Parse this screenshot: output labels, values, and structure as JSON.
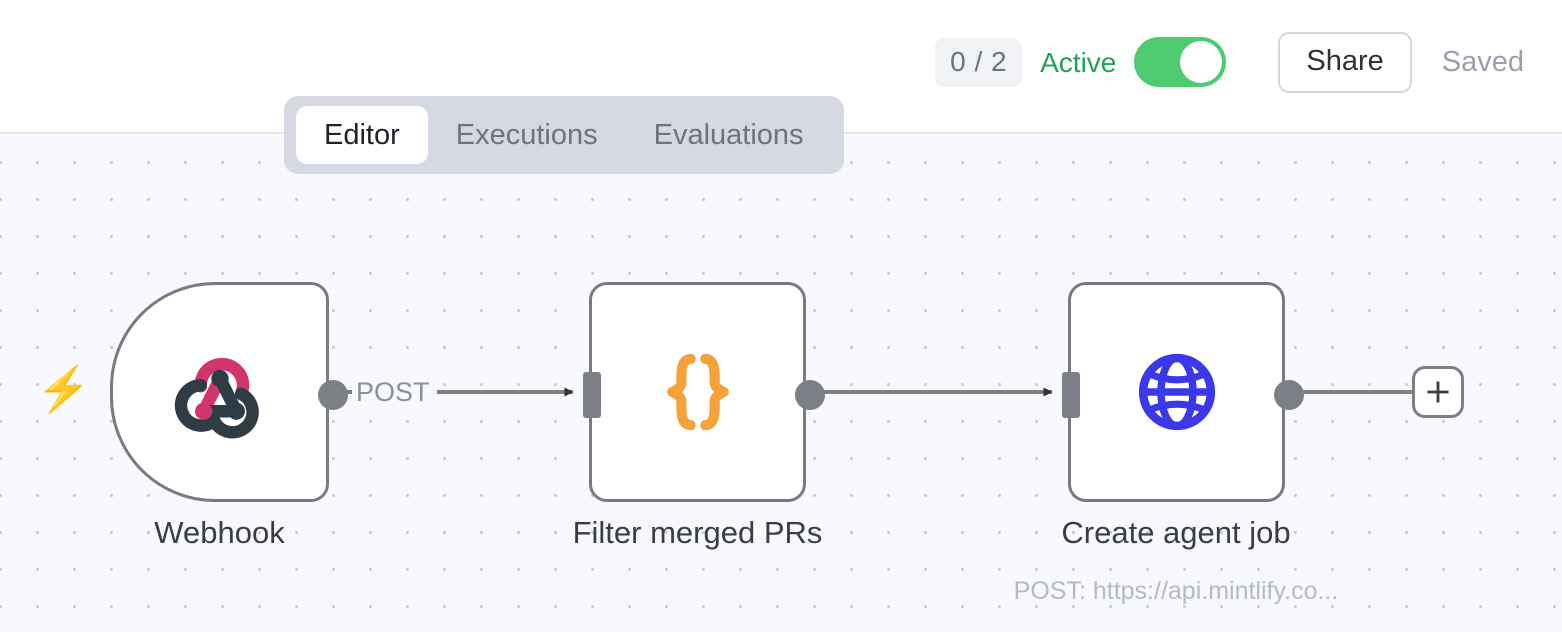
{
  "header": {
    "run_count": "0 / 2",
    "active_label": "Active",
    "toggle_state": "on",
    "share_label": "Share",
    "saved_label": "Saved",
    "active_color": "#24a05a",
    "toggle_color": "#4ecb71"
  },
  "tabs": [
    {
      "label": "Editor",
      "active": true
    },
    {
      "label": "Executions",
      "active": false
    },
    {
      "label": "Evaluations",
      "active": false
    }
  ],
  "canvas": {
    "background_color": "#f8f9fc",
    "grid_dot_color": "#c9ccd6",
    "nodes": [
      {
        "id": "webhook",
        "type": "trigger",
        "label": "Webhook",
        "sublabel": "",
        "icon": "webhook-icon",
        "icon_colors": [
          "#d1356b",
          "#2f3b45"
        ]
      },
      {
        "id": "filter-merged-prs",
        "type": "standard",
        "label": "Filter merged PRs",
        "sublabel": "",
        "icon": "curly-braces-icon",
        "icon_colors": [
          "#f5a13c"
        ]
      },
      {
        "id": "create-agent-job",
        "type": "standard",
        "label": "Create agent job",
        "sublabel": "POST: https://api.mintlify.co...",
        "icon": "globe-icon",
        "icon_colors": [
          "#3a38e8"
        ]
      }
    ],
    "edges": [
      {
        "from": "webhook",
        "to": "filter-merged-prs",
        "label": "POST"
      },
      {
        "from": "filter-merged-prs",
        "to": "create-agent-job",
        "label": ""
      },
      {
        "from": "create-agent-job",
        "to": "add-node",
        "label": ""
      }
    ],
    "add_button_label": "+",
    "trigger_bolt_icon": "lightning-bolt-icon"
  }
}
